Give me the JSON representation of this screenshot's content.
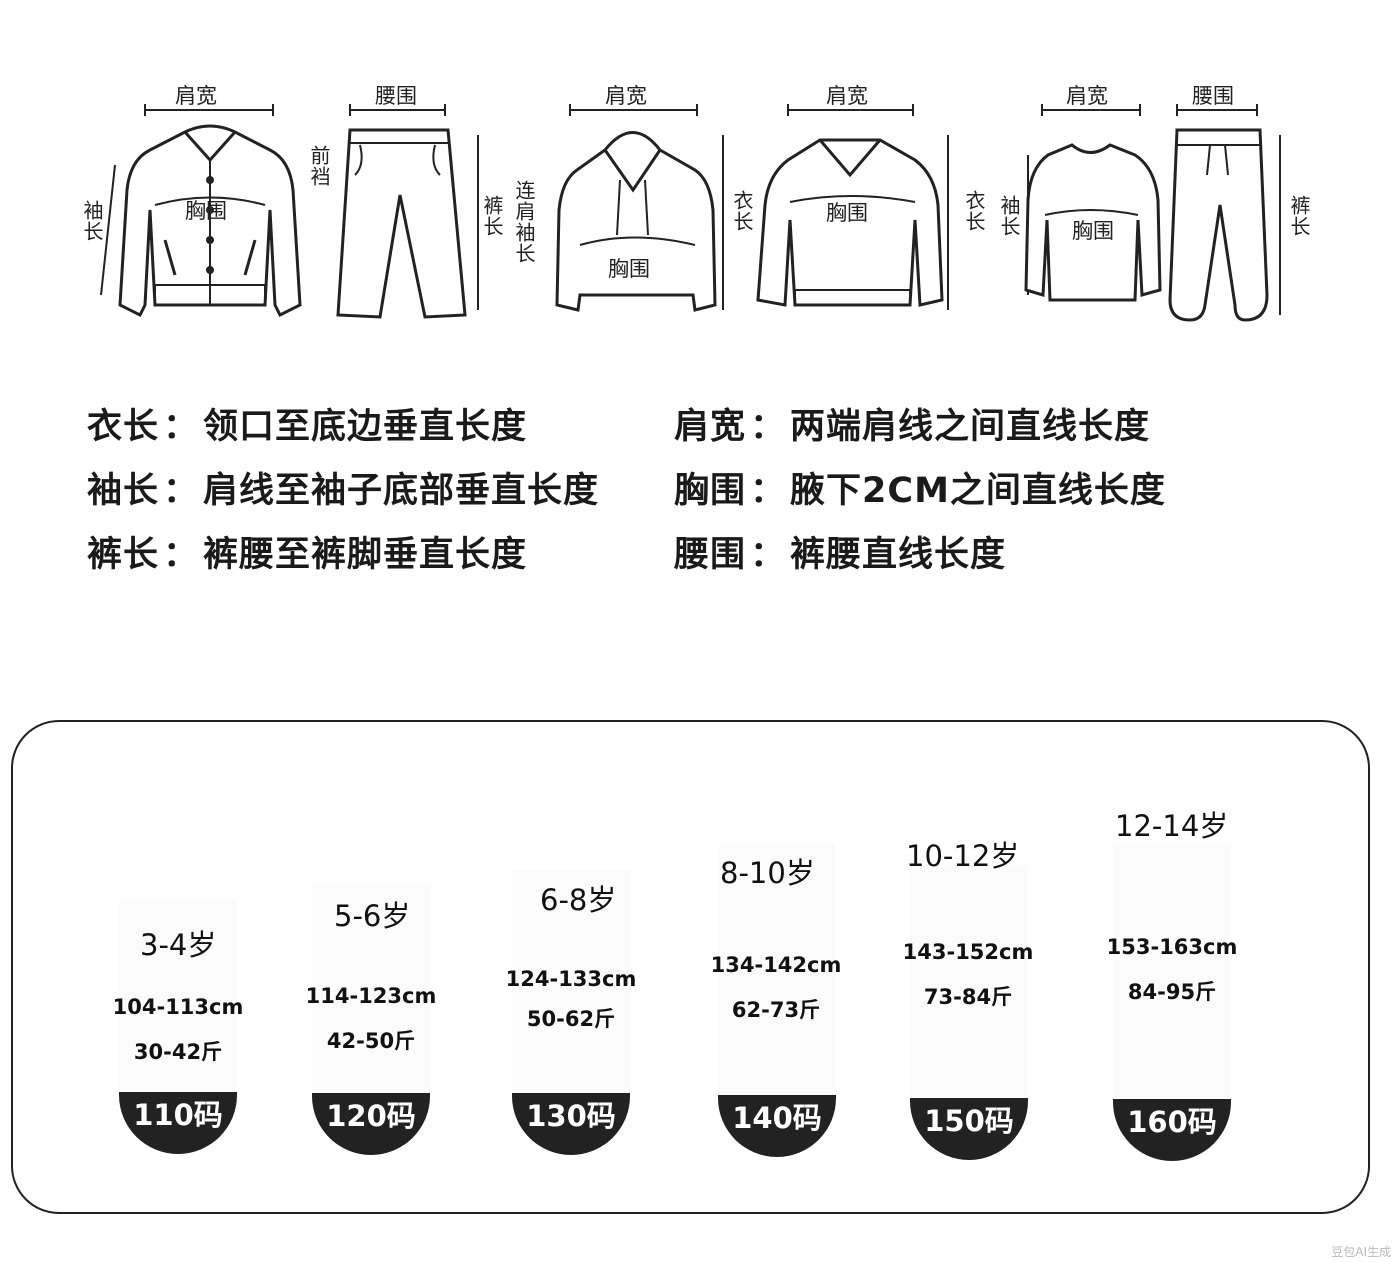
{
  "garment_labels": {
    "shoulder": "肩宽",
    "waist": "腰围",
    "chest": "胸围",
    "sleeve": "袖长",
    "front_rise": "前裆",
    "pants_length": "裤长",
    "body_length": "衣长",
    "sleeve_with_cap": "连肩袖长"
  },
  "definitions": [
    {
      "term": "衣长",
      "desc": "领口至底边垂直长度"
    },
    {
      "term": "肩宽",
      "desc": "两端肩线之间直线长度"
    },
    {
      "term": "袖长",
      "desc": "肩线至袖子底部垂直长度"
    },
    {
      "term": "胸围",
      "desc": "腋下2CM之间直线长度"
    },
    {
      "term": "裤长",
      "desc": "裤腰至裤脚垂直长度"
    },
    {
      "term": "腰围",
      "desc": "裤腰直线长度"
    }
  ],
  "colon": "：",
  "sizes": [
    {
      "age": "3-4岁",
      "height": "104-113cm",
      "weight": "30-42斤",
      "size": "110码"
    },
    {
      "age": "5-6岁",
      "height": "114-123cm",
      "weight": "42-50斤",
      "size": "120码"
    },
    {
      "age": "6-8岁",
      "height": "124-133cm",
      "weight": "50-62斤",
      "size": "130码"
    },
    {
      "age": "8-10岁",
      "height": "134-142cm",
      "weight": "62-73斤",
      "size": "140码"
    },
    {
      "age": "10-12岁",
      "height": "143-152cm",
      "weight": "73-84斤",
      "size": "150码"
    },
    {
      "age": "12-14岁",
      "height": "153-163cm",
      "weight": "84-95斤",
      "size": "160码"
    }
  ],
  "watermark": "豆包AI生成"
}
